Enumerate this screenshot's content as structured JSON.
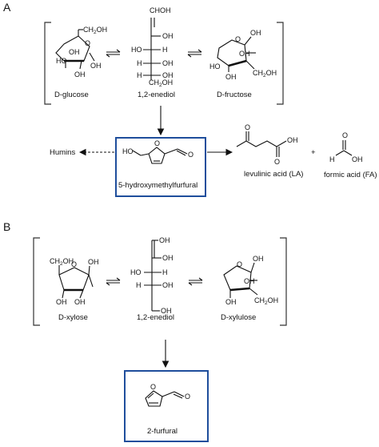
{
  "panels": {
    "a": "A",
    "b": "B"
  },
  "section_a": {
    "labels": {
      "glucose": "D-glucose",
      "enediol": "1,2-enediol",
      "fructose": "D-fructose",
      "hmf": "5-hydroxymethylfurfural",
      "humins": "Humins",
      "levulinic": "levulinic acid (LA)",
      "formic": "formic acid (FA)",
      "plus": "+"
    },
    "enediol_rows": [
      [
        "",
        "CHOH"
      ],
      [
        "",
        "OH"
      ],
      [
        "HO",
        "H"
      ],
      [
        "H",
        "OH"
      ],
      [
        "H",
        "OH"
      ],
      [
        "",
        "CH2OH"
      ]
    ]
  },
  "section_b": {
    "labels": {
      "xylose": "D-xylose",
      "enediol": "1,2-enediol",
      "xylulose": "D-xylulose",
      "furfural": "2-furfural"
    }
  },
  "colors": {
    "highlight_box": "#1f4e9c"
  }
}
